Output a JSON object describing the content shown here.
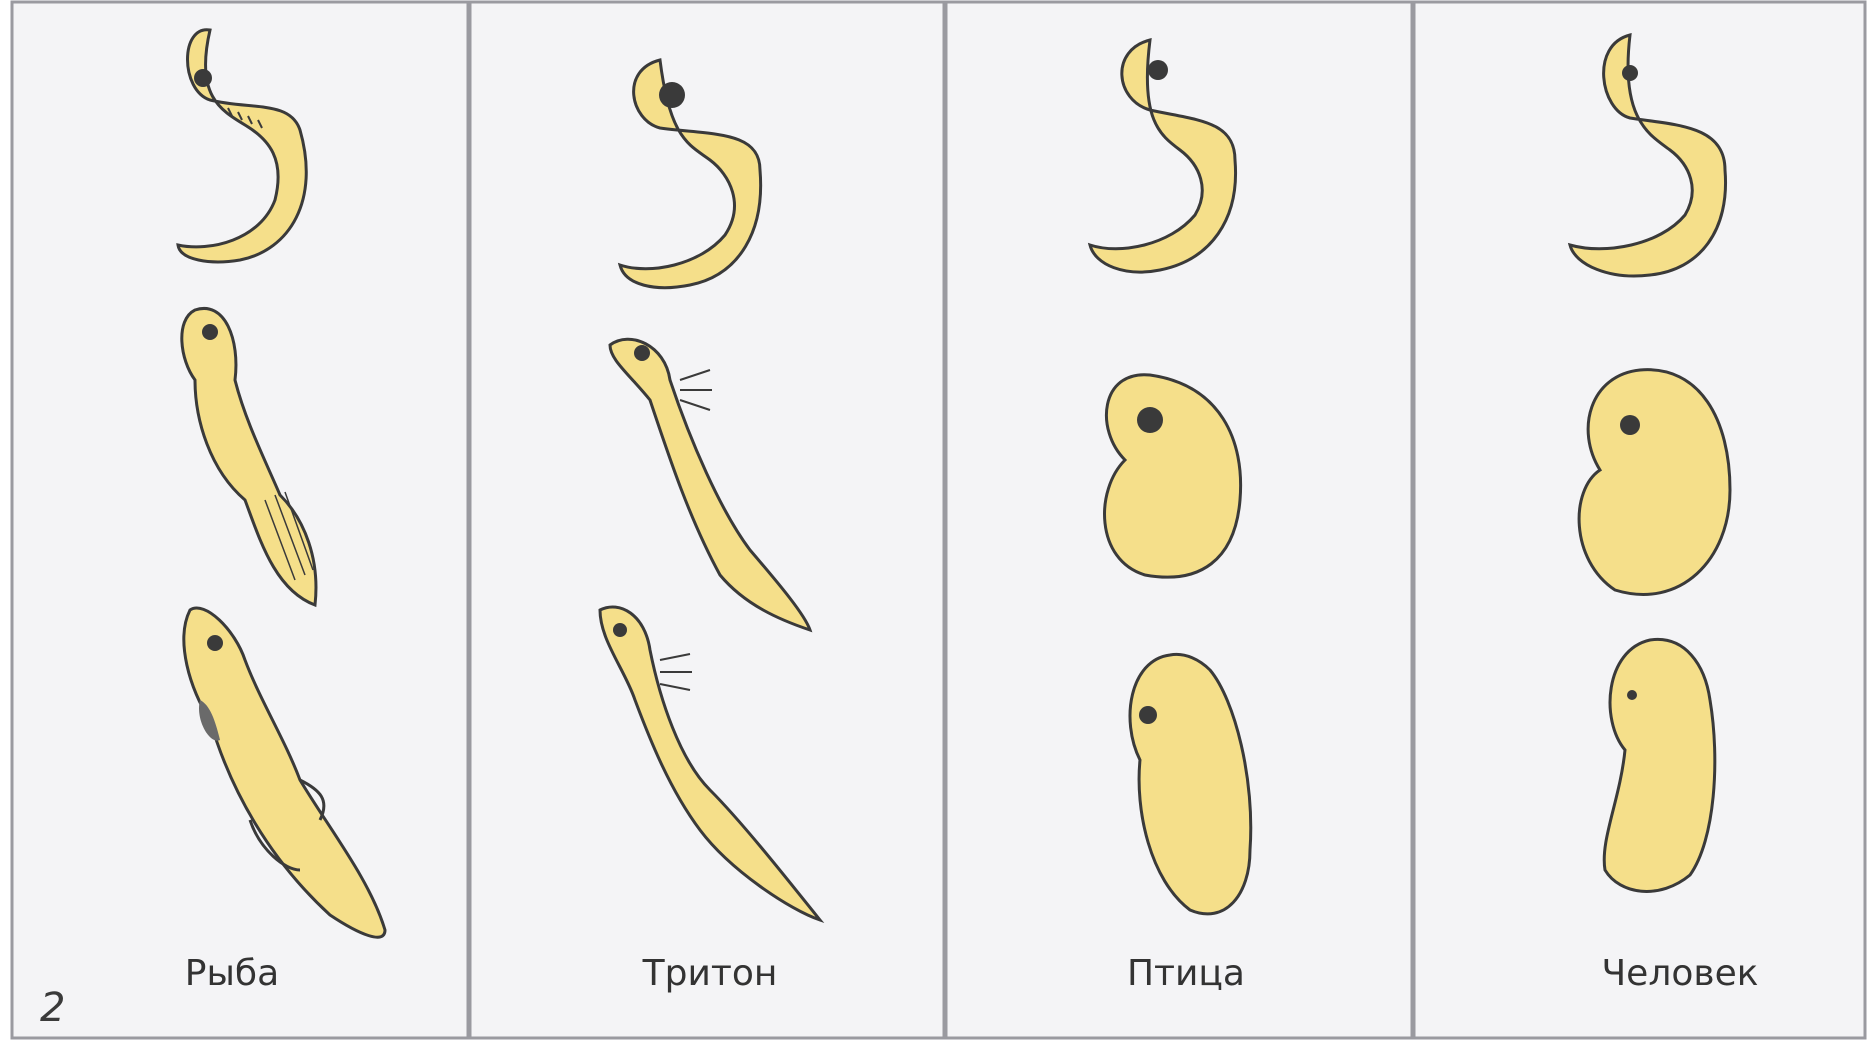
{
  "figure": {
    "number": "2",
    "columns": [
      {
        "id": "fish",
        "label": "Рыба"
      },
      {
        "id": "newt",
        "label": "Тритон"
      },
      {
        "id": "bird",
        "label": "Птица"
      },
      {
        "id": "human",
        "label": "Человек"
      }
    ]
  },
  "colors": {
    "embryo_fill": "#f5df8a",
    "embryo_stroke": "#3a3a3a",
    "panel_background": "#f4f4f6",
    "panel_border": "#9a9aa0"
  }
}
